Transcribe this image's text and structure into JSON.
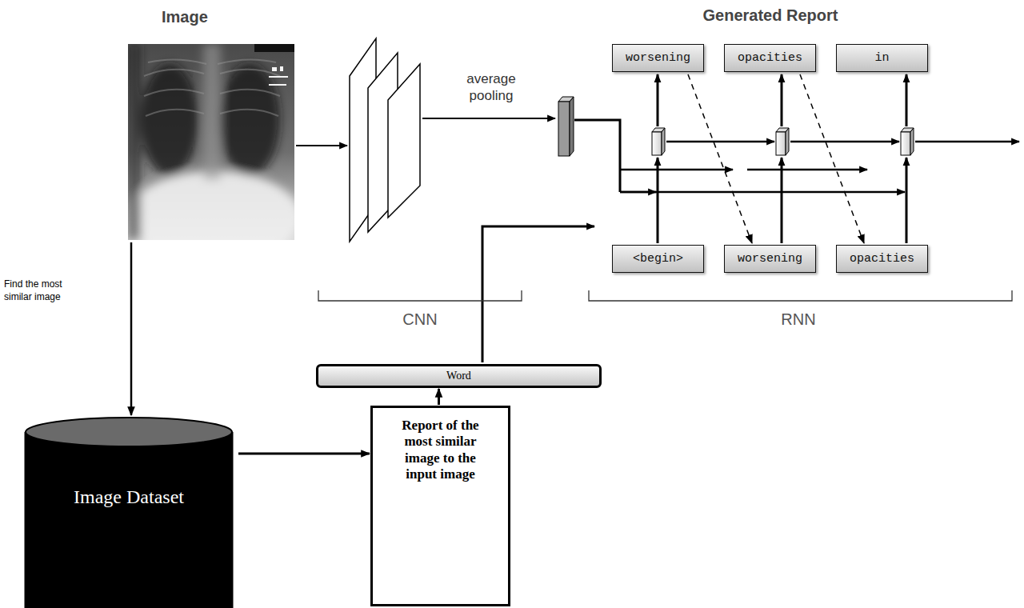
{
  "diagram": {
    "nodes": [
      {
        "text": [
          "Image"
        ]
      },
      {
        "text": [
          "worsening"
        ]
      },
      {
        "text": [
          "opacities"
        ]
      },
      {
        "text": [
          "in"
        ]
      },
      {
        "text": [
          "<begin>"
        ]
      },
      {
        "text": [
          "worsening"
        ]
      },
      {
        "text": [
          "opacities"
        ]
      },
      {
        "text": [
          "Word"
        ]
      },
      {
        "text": [
          "Image Dataset"
        ]
      },
      {
        "text": [
          "Report of the most similar image to the input image"
        ]
      }
    ],
    "edges": [
      {
        "from": 0,
        "to": 8,
        "arrow": "to",
        "label": "Find the most similar image"
      },
      {
        "from": 8,
        "to": 9,
        "arrow": "to"
      },
      {
        "from": 9,
        "to": 7,
        "arrow": "to"
      },
      {
        "from": 1,
        "to": 5,
        "arrow": "to"
      },
      {
        "from": 2,
        "to": 6,
        "arrow": "to"
      }
    ],
    "labels": [
      "Generated Report",
      "average pooling",
      "CNN",
      "RNN"
    ]
  }
}
